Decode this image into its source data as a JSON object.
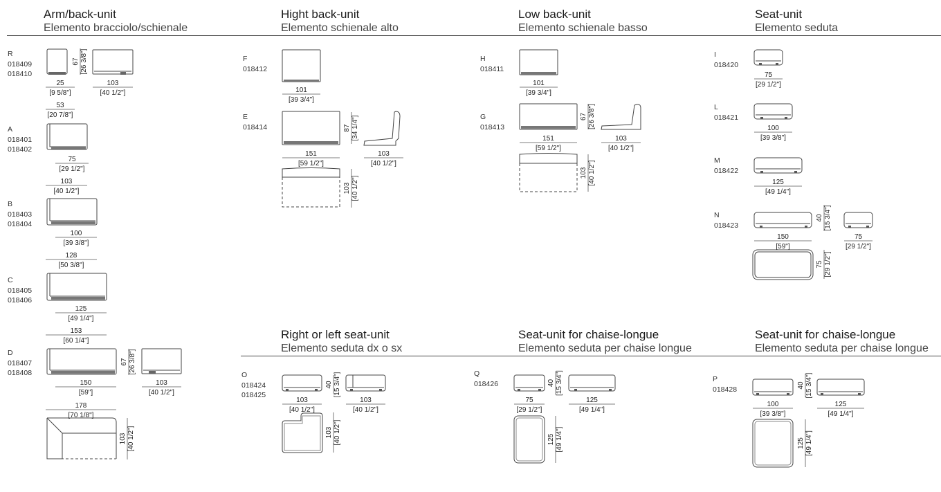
{
  "sections": [
    {
      "title": "Arm/back-unit",
      "subtitle": "Elemento bracciolo/schienale"
    },
    {
      "title": "Hight back-unit",
      "subtitle": "Elemento schienale alto"
    },
    {
      "title": "Low back-unit",
      "subtitle": "Elemento schienale basso"
    },
    {
      "title": "Seat-unit",
      "subtitle": "Elemento seduta"
    },
    {
      "title": "Right or left seat-unit",
      "subtitle": "Elemento seduta dx o sx"
    },
    {
      "title": "Seat-unit for chaise-longue",
      "subtitle": "Elemento seduta per chaise longue"
    },
    {
      "title": "Seat-unit for chaise-longue",
      "subtitle": "Elemento seduta per chaise longue"
    }
  ],
  "modules": [
    {
      "letter": "R",
      "codes": [
        "018409",
        "018410"
      ]
    },
    {
      "letter": "A",
      "codes": [
        "018401",
        "018402"
      ]
    },
    {
      "letter": "B",
      "codes": [
        "018403",
        "018404"
      ]
    },
    {
      "letter": "C",
      "codes": [
        "018405",
        "018406"
      ]
    },
    {
      "letter": "D",
      "codes": [
        "018407",
        "018408"
      ]
    },
    {
      "letter": "F",
      "codes": [
        "018412"
      ]
    },
    {
      "letter": "E",
      "codes": [
        "018414"
      ]
    },
    {
      "letter": "H",
      "codes": [
        "018411"
      ]
    },
    {
      "letter": "G",
      "codes": [
        "018413"
      ]
    },
    {
      "letter": "I",
      "codes": [
        "018420"
      ]
    },
    {
      "letter": "L",
      "codes": [
        "018421"
      ]
    },
    {
      "letter": "M",
      "codes": [
        "018422"
      ]
    },
    {
      "letter": "N",
      "codes": [
        "018423"
      ]
    },
    {
      "letter": "O",
      "codes": [
        "018424",
        "018425"
      ]
    },
    {
      "letter": "Q",
      "codes": [
        "018426"
      ]
    },
    {
      "letter": "P",
      "codes": [
        "018428"
      ]
    }
  ],
  "dimensions": [
    {
      "cm": "25",
      "inch": "[9 5/8\"]"
    },
    {
      "cm": "53",
      "inch": "[20 7/8\"]"
    },
    {
      "cm": "67",
      "inch": "[26 3/8\"]"
    },
    {
      "cm": "103",
      "inch": "[40 1/2\"]"
    },
    {
      "cm": "75",
      "inch": "[29 1/2\"]"
    },
    {
      "cm": "103",
      "inch": "[40 1/2\"]"
    },
    {
      "cm": "100",
      "inch": "[39 3/8\"]"
    },
    {
      "cm": "128",
      "inch": "[50 3/8\"]"
    },
    {
      "cm": "125",
      "inch": "[49 1/4\"]"
    },
    {
      "cm": "153",
      "inch": "[60 1/4\"]"
    },
    {
      "cm": "150",
      "inch": "[59\"]"
    },
    {
      "cm": "178",
      "inch": "[70 1/8\"]"
    },
    {
      "cm": "67",
      "inch": "[26 3/8\"]"
    },
    {
      "cm": "103",
      "inch": "[40 1/2\"]"
    },
    {
      "cm": "103",
      "inch": "[40 1/2\"]"
    },
    {
      "cm": "101",
      "inch": "[39 3/4\"]"
    },
    {
      "cm": "151",
      "inch": "[59 1/2\"]"
    },
    {
      "cm": "87",
      "inch": "[34 1/4\"]"
    },
    {
      "cm": "103",
      "inch": "[40 1/2\"]"
    },
    {
      "cm": "103",
      "inch": "[40 1/2\"]"
    },
    {
      "cm": "101",
      "inch": "[39 3/4\"]"
    },
    {
      "cm": "151",
      "inch": "[59 1/2\"]"
    },
    {
      "cm": "67",
      "inch": "[26 3/8\"]"
    },
    {
      "cm": "103",
      "inch": "[40 1/2\"]"
    },
    {
      "cm": "103",
      "inch": "[40 1/2\"]"
    },
    {
      "cm": "75",
      "inch": "[29 1/2\"]"
    },
    {
      "cm": "100",
      "inch": "[39 3/8\"]"
    },
    {
      "cm": "125",
      "inch": "[49 1/4\"]"
    },
    {
      "cm": "150",
      "inch": "[59\"]"
    },
    {
      "cm": "40",
      "inch": "[15 3/4\"]"
    },
    {
      "cm": "75",
      "inch": "[29 1/2\"]"
    },
    {
      "cm": "75",
      "inch": "[29 1/2\"]"
    },
    {
      "cm": "103",
      "inch": "[40 1/2\"]"
    },
    {
      "cm": "40",
      "inch": "[15 3/4\"]"
    },
    {
      "cm": "103",
      "inch": "[40 1/2\"]"
    },
    {
      "cm": "103",
      "inch": "[40 1/2\"]"
    },
    {
      "cm": "75",
      "inch": "[29 1/2\"]"
    },
    {
      "cm": "40",
      "inch": "[15 3/4\"]"
    },
    {
      "cm": "125",
      "inch": "[49 1/4\"]"
    },
    {
      "cm": "125",
      "inch": "[49 1/4\"]"
    },
    {
      "cm": "100",
      "inch": "[39 3/8\"]"
    },
    {
      "cm": "40",
      "inch": "[15 3/4\"]"
    },
    {
      "cm": "125",
      "inch": "[49 1/4\"]"
    },
    {
      "cm": "125",
      "inch": "[49 1/4\"]"
    }
  ]
}
